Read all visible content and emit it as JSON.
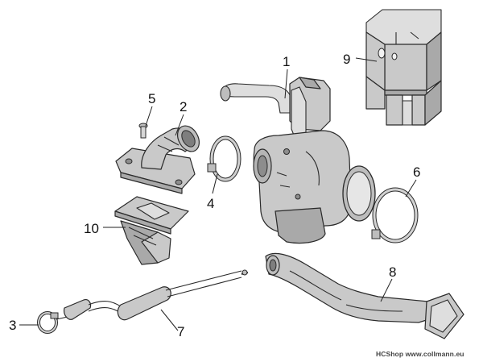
{
  "diagram": {
    "callouts": [
      {
        "id": "1",
        "label": "1"
      },
      {
        "id": "2",
        "label": "2"
      },
      {
        "id": "3",
        "label": "3"
      },
      {
        "id": "4",
        "label": "4"
      },
      {
        "id": "5",
        "label": "5"
      },
      {
        "id": "6",
        "label": "6"
      },
      {
        "id": "7",
        "label": "7"
      },
      {
        "id": "8",
        "label": "8"
      },
      {
        "id": "9",
        "label": "9"
      },
      {
        "id": "10",
        "label": "10"
      }
    ],
    "parts": [
      {
        "name": "carburetor"
      },
      {
        "name": "intake-manifold"
      },
      {
        "name": "hose-clamp-small"
      },
      {
        "name": "hose-clamp-left"
      },
      {
        "name": "screw"
      },
      {
        "name": "hose-clamp-right"
      },
      {
        "name": "fuel-hose-assembly"
      },
      {
        "name": "air-intake-duct"
      },
      {
        "name": "carburetor-cover-block"
      },
      {
        "name": "reed-valve"
      }
    ]
  },
  "footer": {
    "credit": "HCShop www.collmann.eu"
  }
}
